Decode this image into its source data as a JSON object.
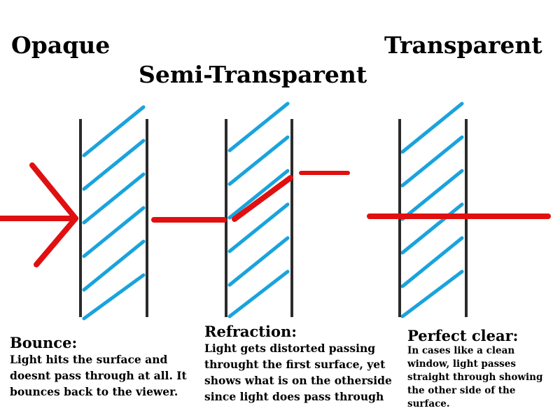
{
  "titles": {
    "opaque": "Opaque",
    "semi": "Semi-Transparent",
    "transparent": "Transparent"
  },
  "captions": {
    "bounce": {
      "heading": "Bounce:",
      "body": "Light hits the surface and doesnt pass through at all. It bounces back to the viewer."
    },
    "refraction": {
      "heading": "Refraction:",
      "body": "Light gets distorted passing throught the first surface, yet shows what is on the otherside since light does pass through"
    },
    "perfect_clear": {
      "heading": "Perfect clear:",
      "body": "In cases like a clean window, light passes straight through showing the other side of the surface."
    }
  },
  "colors": {
    "wall": "#2b2b2b",
    "hatch": "#1aa3dc",
    "light_ray": "#e01010",
    "text": "#000000"
  }
}
